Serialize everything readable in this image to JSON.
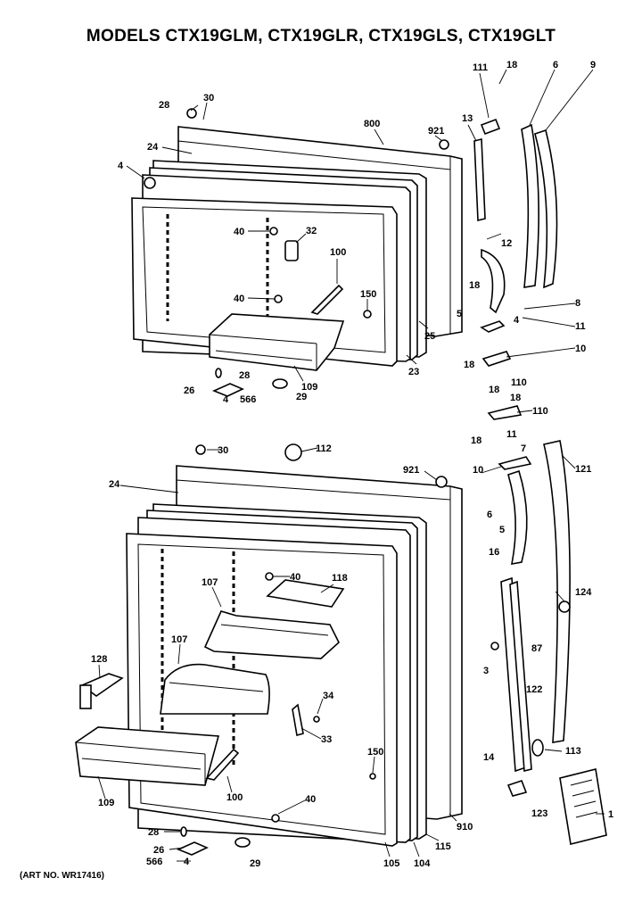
{
  "title": "MODELS CTX19GLM, CTX19GLR, CTX19GLS, CTX19GLT",
  "art_number": "(ART NO. WR17416)",
  "callouts": [
    {
      "id": "c28a",
      "text": "28"
    },
    {
      "id": "c30a",
      "text": "30"
    },
    {
      "id": "c800",
      "text": "800"
    },
    {
      "id": "c921a",
      "text": "921"
    },
    {
      "id": "c24a",
      "text": "24"
    },
    {
      "id": "c4a",
      "text": "4"
    },
    {
      "id": "c40a",
      "text": "40"
    },
    {
      "id": "c32",
      "text": "32"
    },
    {
      "id": "c40b",
      "text": "40"
    },
    {
      "id": "c100a",
      "text": "100"
    },
    {
      "id": "c150a",
      "text": "150"
    },
    {
      "id": "c109a",
      "text": "109"
    },
    {
      "id": "c23",
      "text": "23"
    },
    {
      "id": "c25",
      "text": "25"
    },
    {
      "id": "c28b",
      "text": "28"
    },
    {
      "id": "c26a",
      "text": "26"
    },
    {
      "id": "c4b",
      "text": "4"
    },
    {
      "id": "c566a",
      "text": "566"
    },
    {
      "id": "c29a",
      "text": "29"
    },
    {
      "id": "c111a",
      "text": "111"
    },
    {
      "id": "c18a",
      "text": "18"
    },
    {
      "id": "c6a",
      "text": "6"
    },
    {
      "id": "c9",
      "text": "9"
    },
    {
      "id": "c13",
      "text": "13"
    },
    {
      "id": "c12",
      "text": "12"
    },
    {
      "id": "c18b",
      "text": "18"
    },
    {
      "id": "c8a",
      "text": "8"
    },
    {
      "id": "c11a",
      "text": "11"
    },
    {
      "id": "c4c",
      "text": "4"
    },
    {
      "id": "c5a",
      "text": "5"
    },
    {
      "id": "c10a",
      "text": "10"
    },
    {
      "id": "c18c",
      "text": "18"
    },
    {
      "id": "c110a",
      "text": "110"
    },
    {
      "id": "c18d",
      "text": "18"
    },
    {
      "id": "c18e",
      "text": "18"
    },
    {
      "id": "c110b",
      "text": "110"
    },
    {
      "id": "c18f",
      "text": "18"
    },
    {
      "id": "c11b",
      "text": "11"
    },
    {
      "id": "c7",
      "text": "7"
    },
    {
      "id": "c10b",
      "text": "10"
    },
    {
      "id": "c121",
      "text": "121"
    },
    {
      "id": "c6b",
      "text": "6"
    },
    {
      "id": "c5b",
      "text": "5"
    },
    {
      "id": "c16",
      "text": "16"
    },
    {
      "id": "c124",
      "text": "124"
    },
    {
      "id": "c87",
      "text": "87"
    },
    {
      "id": "c3",
      "text": "3"
    },
    {
      "id": "c122",
      "text": "122"
    },
    {
      "id": "c14",
      "text": "14"
    },
    {
      "id": "c113",
      "text": "113"
    },
    {
      "id": "c123",
      "text": "123"
    },
    {
      "id": "c1",
      "text": "1"
    },
    {
      "id": "c30b",
      "text": "30"
    },
    {
      "id": "c112",
      "text": "112"
    },
    {
      "id": "c921b",
      "text": "921"
    },
    {
      "id": "c24b",
      "text": "24"
    },
    {
      "id": "c40c",
      "text": "40"
    },
    {
      "id": "c118",
      "text": "118"
    },
    {
      "id": "c107a",
      "text": "107"
    },
    {
      "id": "c107b",
      "text": "107"
    },
    {
      "id": "c128",
      "text": "128"
    },
    {
      "id": "c34",
      "text": "34"
    },
    {
      "id": "c33",
      "text": "33"
    },
    {
      "id": "c109b",
      "text": "109"
    },
    {
      "id": "c100b",
      "text": "100"
    },
    {
      "id": "c150b",
      "text": "150"
    },
    {
      "id": "c40d",
      "text": "40"
    },
    {
      "id": "c28c",
      "text": "28"
    },
    {
      "id": "c26b",
      "text": "26"
    },
    {
      "id": "c566b",
      "text": "566"
    },
    {
      "id": "c4d",
      "text": "4"
    },
    {
      "id": "c29b",
      "text": "29"
    },
    {
      "id": "c105",
      "text": "105"
    },
    {
      "id": "c104",
      "text": "104"
    },
    {
      "id": "c115",
      "text": "115"
    },
    {
      "id": "c910",
      "text": "910"
    }
  ]
}
